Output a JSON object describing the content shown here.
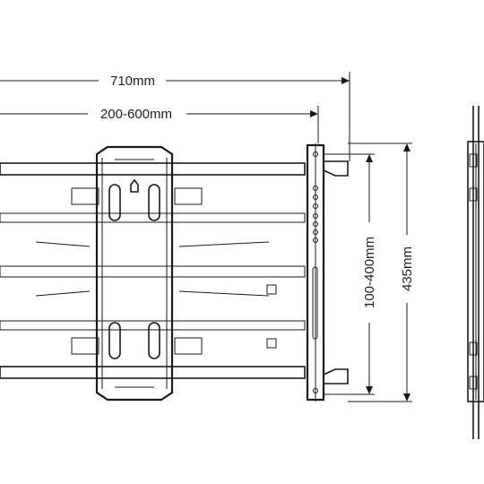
{
  "dimensions": {
    "overall_width": "710mm",
    "mount_spacing_width": "200-600mm",
    "mount_spacing_height": "100-400mm",
    "overall_height": "435mm"
  }
}
